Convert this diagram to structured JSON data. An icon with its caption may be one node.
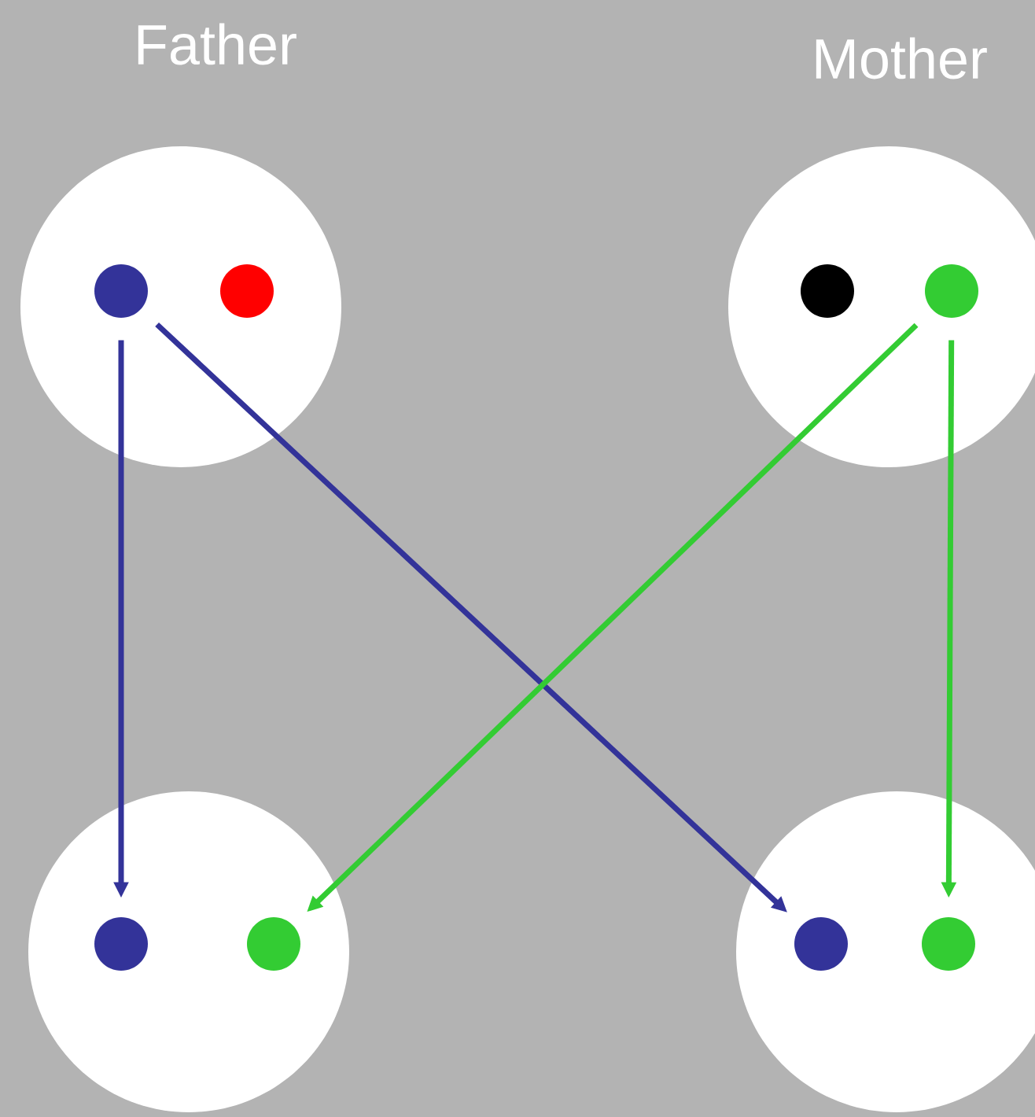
{
  "diagram": {
    "nodes": [
      {
        "text": [
          "Father"
        ]
      },
      {
        "text": [],
        "shape": "circle",
        "in": 0
      },
      {
        "text": [],
        "shape": "circle",
        "in": 0
      },
      {
        "text": [
          "Mother"
        ]
      },
      {
        "text": [],
        "shape": "circle",
        "in": 3
      },
      {
        "text": [],
        "shape": "circle",
        "in": 3
      },
      {
        "text": [],
        "shape": "circle"
      },
      {
        "text": [],
        "shape": "circle",
        "in": 6
      },
      {
        "text": [],
        "shape": "circle",
        "in": 6
      },
      {
        "text": [],
        "shape": "circle"
      },
      {
        "text": [],
        "shape": "circle",
        "in": 9
      },
      {
        "text": [],
        "shape": "circle",
        "in": 9
      }
    ],
    "edges": [
      {
        "from": 1,
        "to": 7,
        "arrow": "to",
        "color": "#333399"
      },
      {
        "from": 1,
        "to": 10,
        "arrow": "to",
        "color": "#333399"
      },
      {
        "from": 5,
        "to": 8,
        "arrow": "to",
        "color": "#33cc33"
      },
      {
        "from": 5,
        "to": 11,
        "arrow": "to",
        "color": "#33cc33"
      }
    ]
  }
}
